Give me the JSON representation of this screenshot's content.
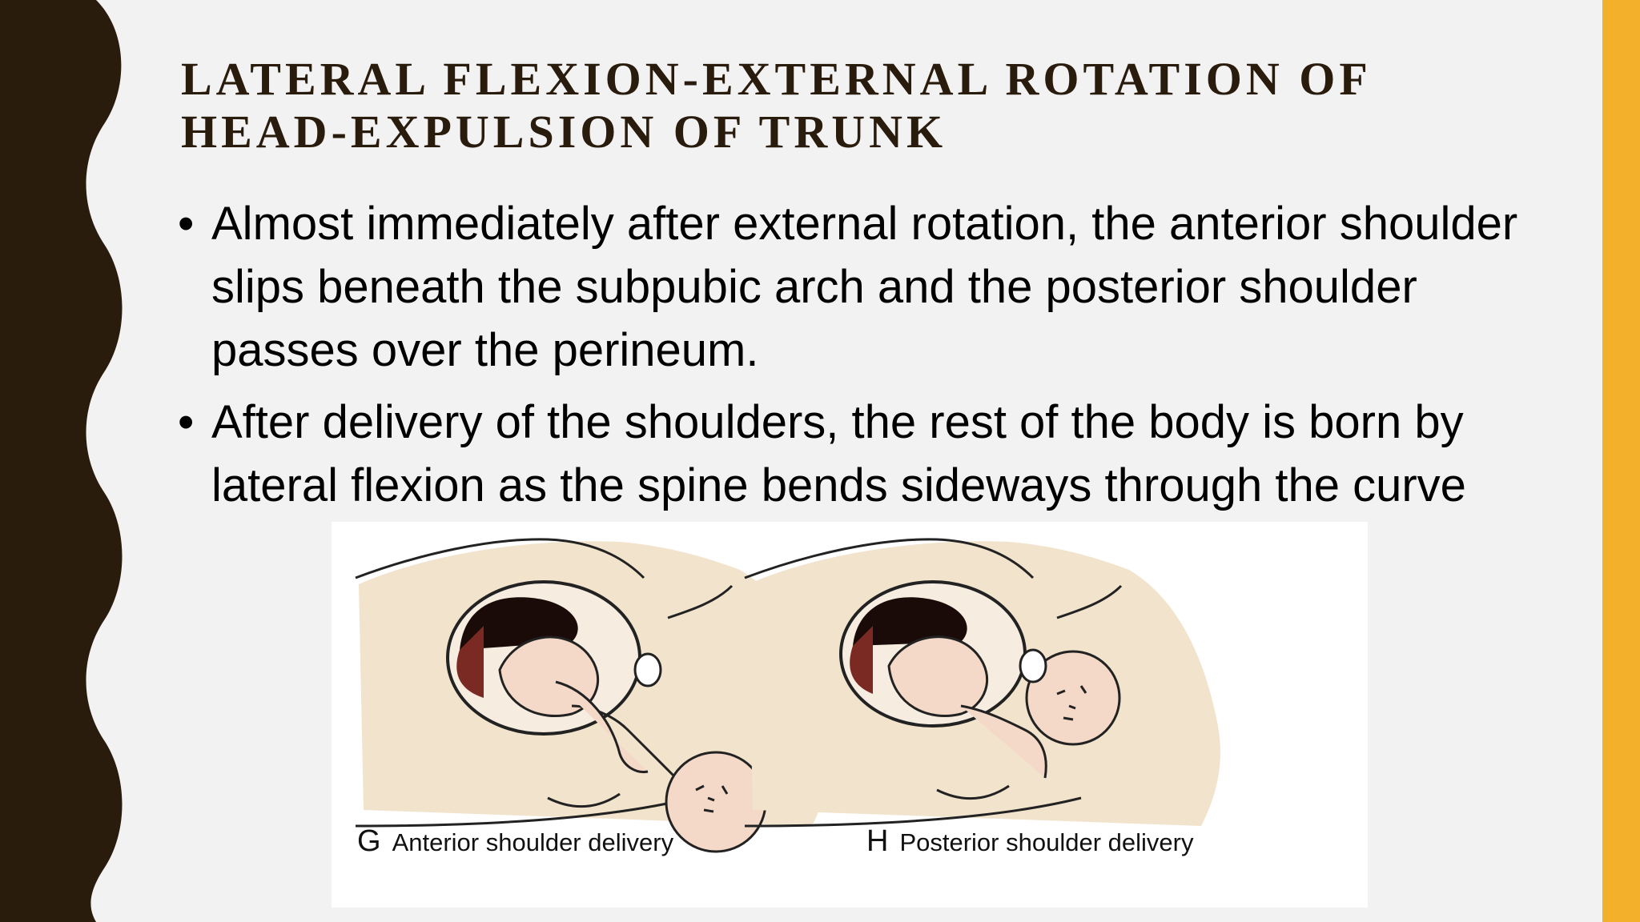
{
  "slide": {
    "title_lines": [
      "LATERAL FLEXION-EXTERNAL ROTATION OF",
      "HEAD-EXPULSION OF TRUNK"
    ],
    "bullets": [
      "Almost immediately after external rotation, the anterior shoulder slips beneath the subpubic arch and the posterior shoulder passes over the perineum.",
      "After delivery of the shoulders, the rest of the body is born by lateral flexion as the spine bends sideways through the curve"
    ],
    "bullet_symbol": "•"
  },
  "figure": {
    "panels": [
      {
        "letter": "G",
        "caption": "Anterior shoulder delivery"
      },
      {
        "letter": "H",
        "caption": "Posterior shoulder delivery"
      }
    ]
  },
  "colors": {
    "background": "#f2f2f2",
    "left_band": "#2a1c0d",
    "right_band": "#f3b12b",
    "title": "#2a1c0d",
    "figure_skin": "#f2e3cc"
  }
}
